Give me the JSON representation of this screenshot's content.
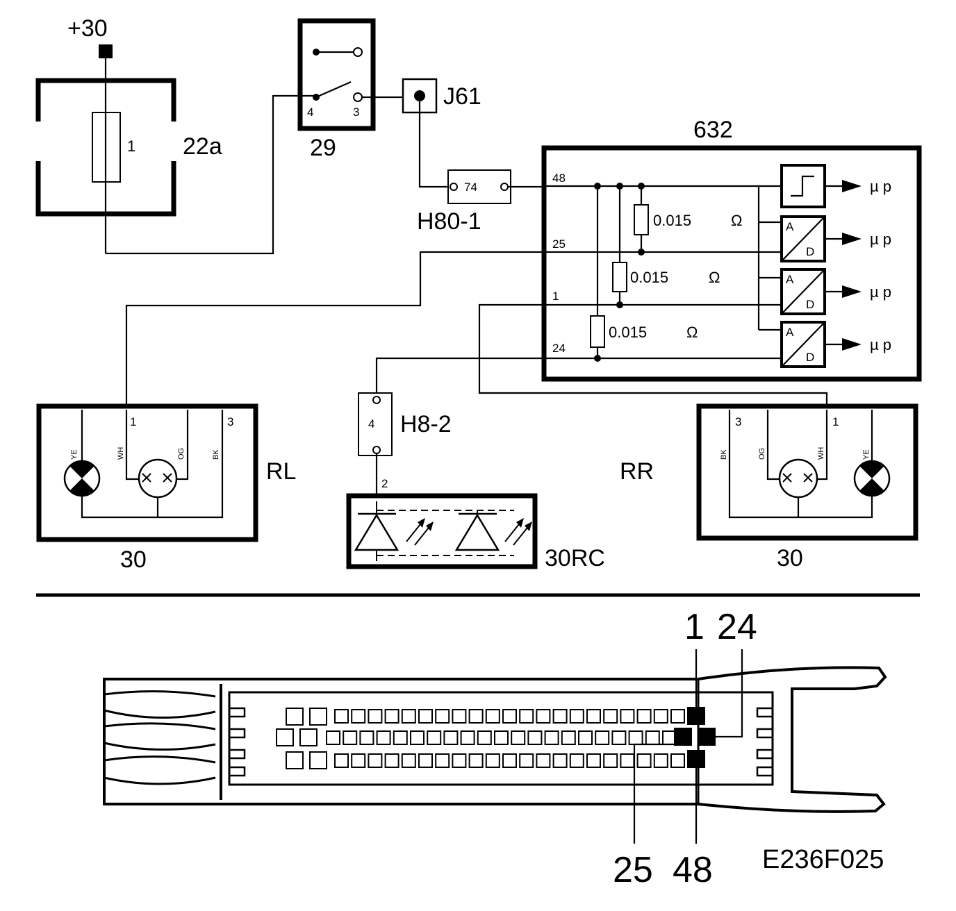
{
  "supply": {
    "label": "+30"
  },
  "fuse_box": {
    "label": "22a",
    "fuse_number": "1"
  },
  "switch": {
    "label": "29",
    "pin_a": "4",
    "pin_b": "3"
  },
  "junction": {
    "label": "J61"
  },
  "connector_h80": {
    "label": "H80-1",
    "pin": "74"
  },
  "control_module": {
    "label": "632",
    "pins": [
      "48",
      "25",
      "1",
      "24"
    ],
    "resistor_value": "0.015",
    "ohm_symbol": "Ω",
    "adc_a": "A",
    "adc_d": "D",
    "output_label": "µ p"
  },
  "connector_h8": {
    "label": "H8-2",
    "pin": "4"
  },
  "led_unit": {
    "label": "30RC",
    "pin": "2"
  },
  "lamp_left": {
    "position": "RL",
    "label": "30",
    "pin_left": "1",
    "pin_right": "3",
    "wires": [
      "YE",
      "WH",
      "OG",
      "BK"
    ]
  },
  "lamp_right": {
    "position": "RR",
    "label": "30",
    "pin_left": "3",
    "pin_right": "1",
    "wires": [
      "BK",
      "OG",
      "WH",
      "YE"
    ]
  },
  "connector_pinout": {
    "top_labels": [
      "1",
      "24"
    ],
    "bottom_labels": [
      "25",
      "48"
    ]
  },
  "figure_code": "E236F025"
}
